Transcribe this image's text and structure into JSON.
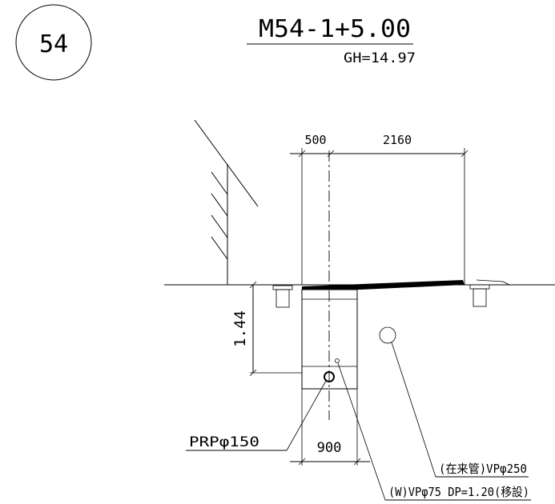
{
  "sheet": {
    "number": "54",
    "station": "M54-1+5.00",
    "ground_height": "GH=14.97"
  },
  "dimensions": {
    "offset_left": "500",
    "offset_right": "2160",
    "depth": "1.44",
    "box_width": "900"
  },
  "labels": {
    "prp_pipe": "PRPφ150",
    "existing_pipe": "(在来管)VPφ250",
    "water_pipe": "(W)VPφ75 DP=1.20(移設)"
  }
}
